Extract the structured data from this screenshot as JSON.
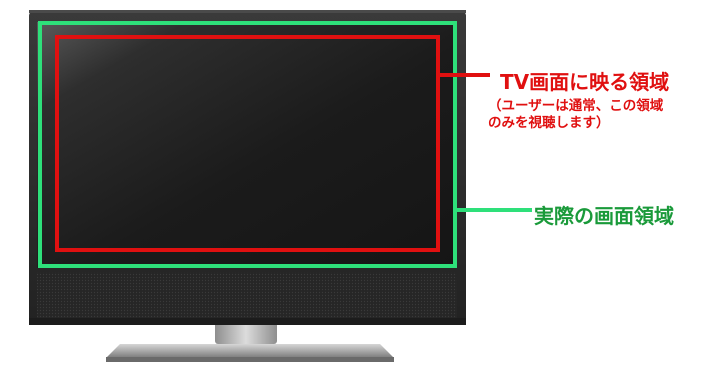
{
  "labels": {
    "tv_visible_area": "TV画面に映る領域",
    "tv_visible_note_line1": "（ユーザーは通常、この領域",
    "tv_visible_note_line2": "のみを視聴します）",
    "actual_screen_area": "実際の画面領域"
  },
  "colors": {
    "visible_area_outline": "#e01010",
    "actual_area_outline": "#2ee07a",
    "tv_bezel": "#2a2a2a",
    "tv_screen": "#1a1a1a",
    "stand": "#b8b8b8"
  },
  "icons": {
    "device": "flat-screen-tv"
  }
}
